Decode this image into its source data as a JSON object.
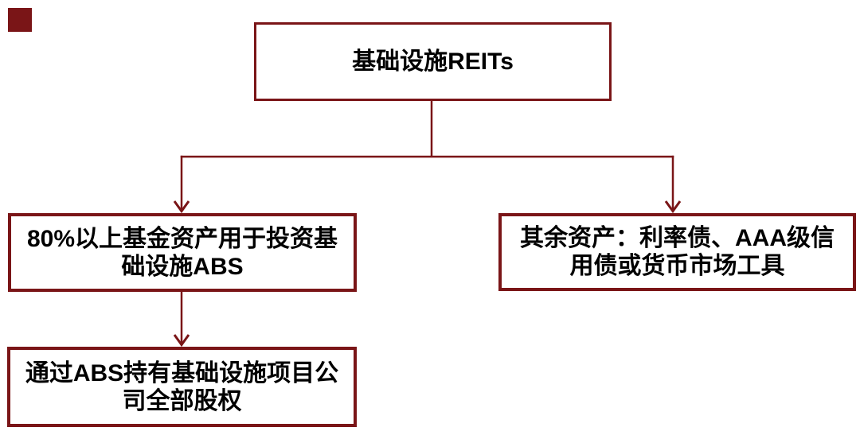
{
  "diagram": {
    "type": "flowchart",
    "nodes": [
      {
        "id": "root",
        "label": "基础设施REITs"
      },
      {
        "id": "abs-allocation",
        "label": "80%以上基金资产用于投资基\n础设施ABS"
      },
      {
        "id": "other-assets",
        "label": "其余资产：利率债、AAA级信\n用债或货币市场工具"
      },
      {
        "id": "equity-holding",
        "label": "通过ABS持有基础设施项目公\n司全部股权"
      }
    ],
    "edges": [
      {
        "from": "root",
        "to": "abs-allocation"
      },
      {
        "from": "root",
        "to": "other-assets"
      },
      {
        "from": "abs-allocation",
        "to": "equity-holding"
      }
    ]
  },
  "colors": {
    "accent": "#7A1517",
    "text": "#000000",
    "background": "#FFFFFF"
  },
  "decorations": [
    {
      "name": "corner-marker",
      "shape": "square",
      "color": "#7A1517"
    }
  ]
}
